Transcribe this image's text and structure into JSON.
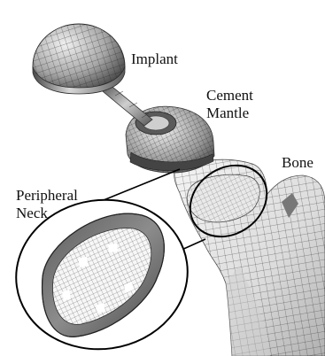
{
  "labels": {
    "implant": "Implant",
    "cement_line1": "Cement",
    "cement_line2": "Mantle",
    "bone": "Bone",
    "neck_line1": "Peripheral",
    "neck_line2": "Neck"
  },
  "colors": {
    "metal_dark": "#3a3a3a",
    "metal_mid": "#8a8a8a",
    "metal_light": "#e2e2e2",
    "bone_light": "#f0f0f0",
    "bone_shade": "#b5b5b5",
    "mesh_line": "#1e1e1e",
    "outline": "#000000"
  }
}
